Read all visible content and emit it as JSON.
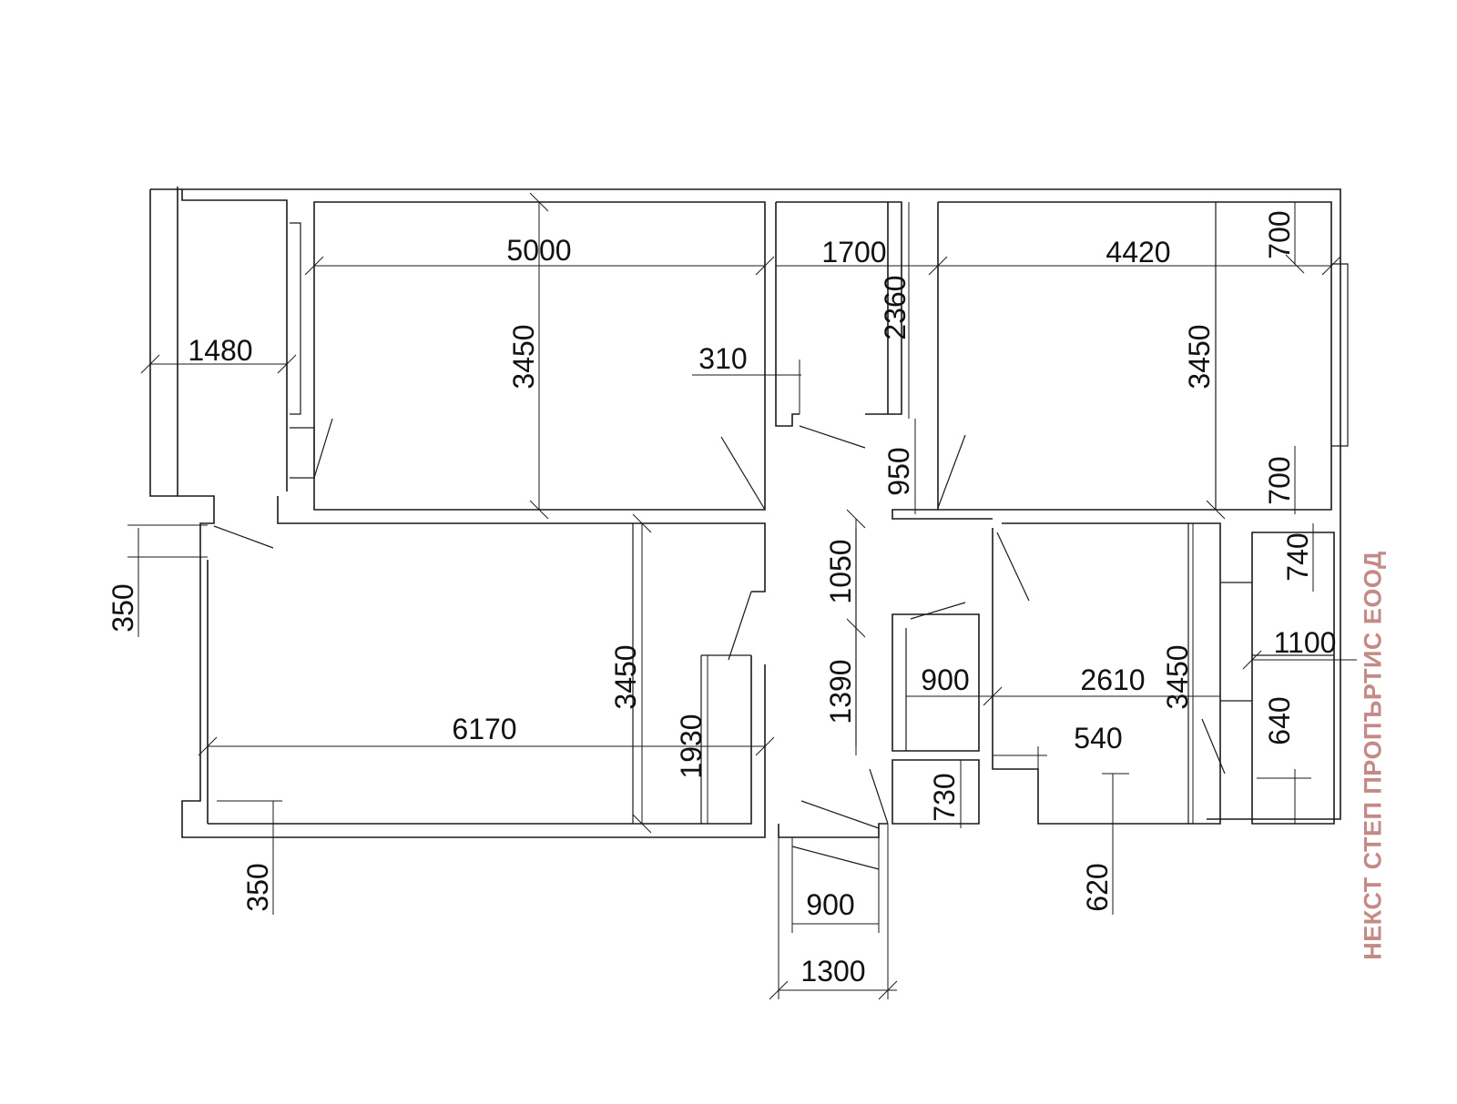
{
  "dimensions": {
    "d5000": "5000",
    "d1700": "1700",
    "d4420": "4420",
    "d700_top": "700",
    "d1480": "1480",
    "d3450_bed1": "3450",
    "d310": "310",
    "d2360": "2360",
    "d3450_bed2": "3450",
    "d950": "950",
    "d700_right": "700",
    "d350_left": "350",
    "d1050": "1050",
    "d740": "740",
    "d1100": "1100",
    "d3450_living": "3450",
    "d6170": "6170",
    "d1930": "1930",
    "d1390": "1390",
    "d900_bath": "900",
    "d2610": "2610",
    "d3450_kitchen": "3450",
    "d540": "540",
    "d640": "640",
    "d730": "730",
    "d350_bottom": "350",
    "d620": "620",
    "d900_door": "900",
    "d1300": "1300"
  },
  "watermark": "НЕКСТ СТЕП ПРОПЪРТИС ЕООД"
}
